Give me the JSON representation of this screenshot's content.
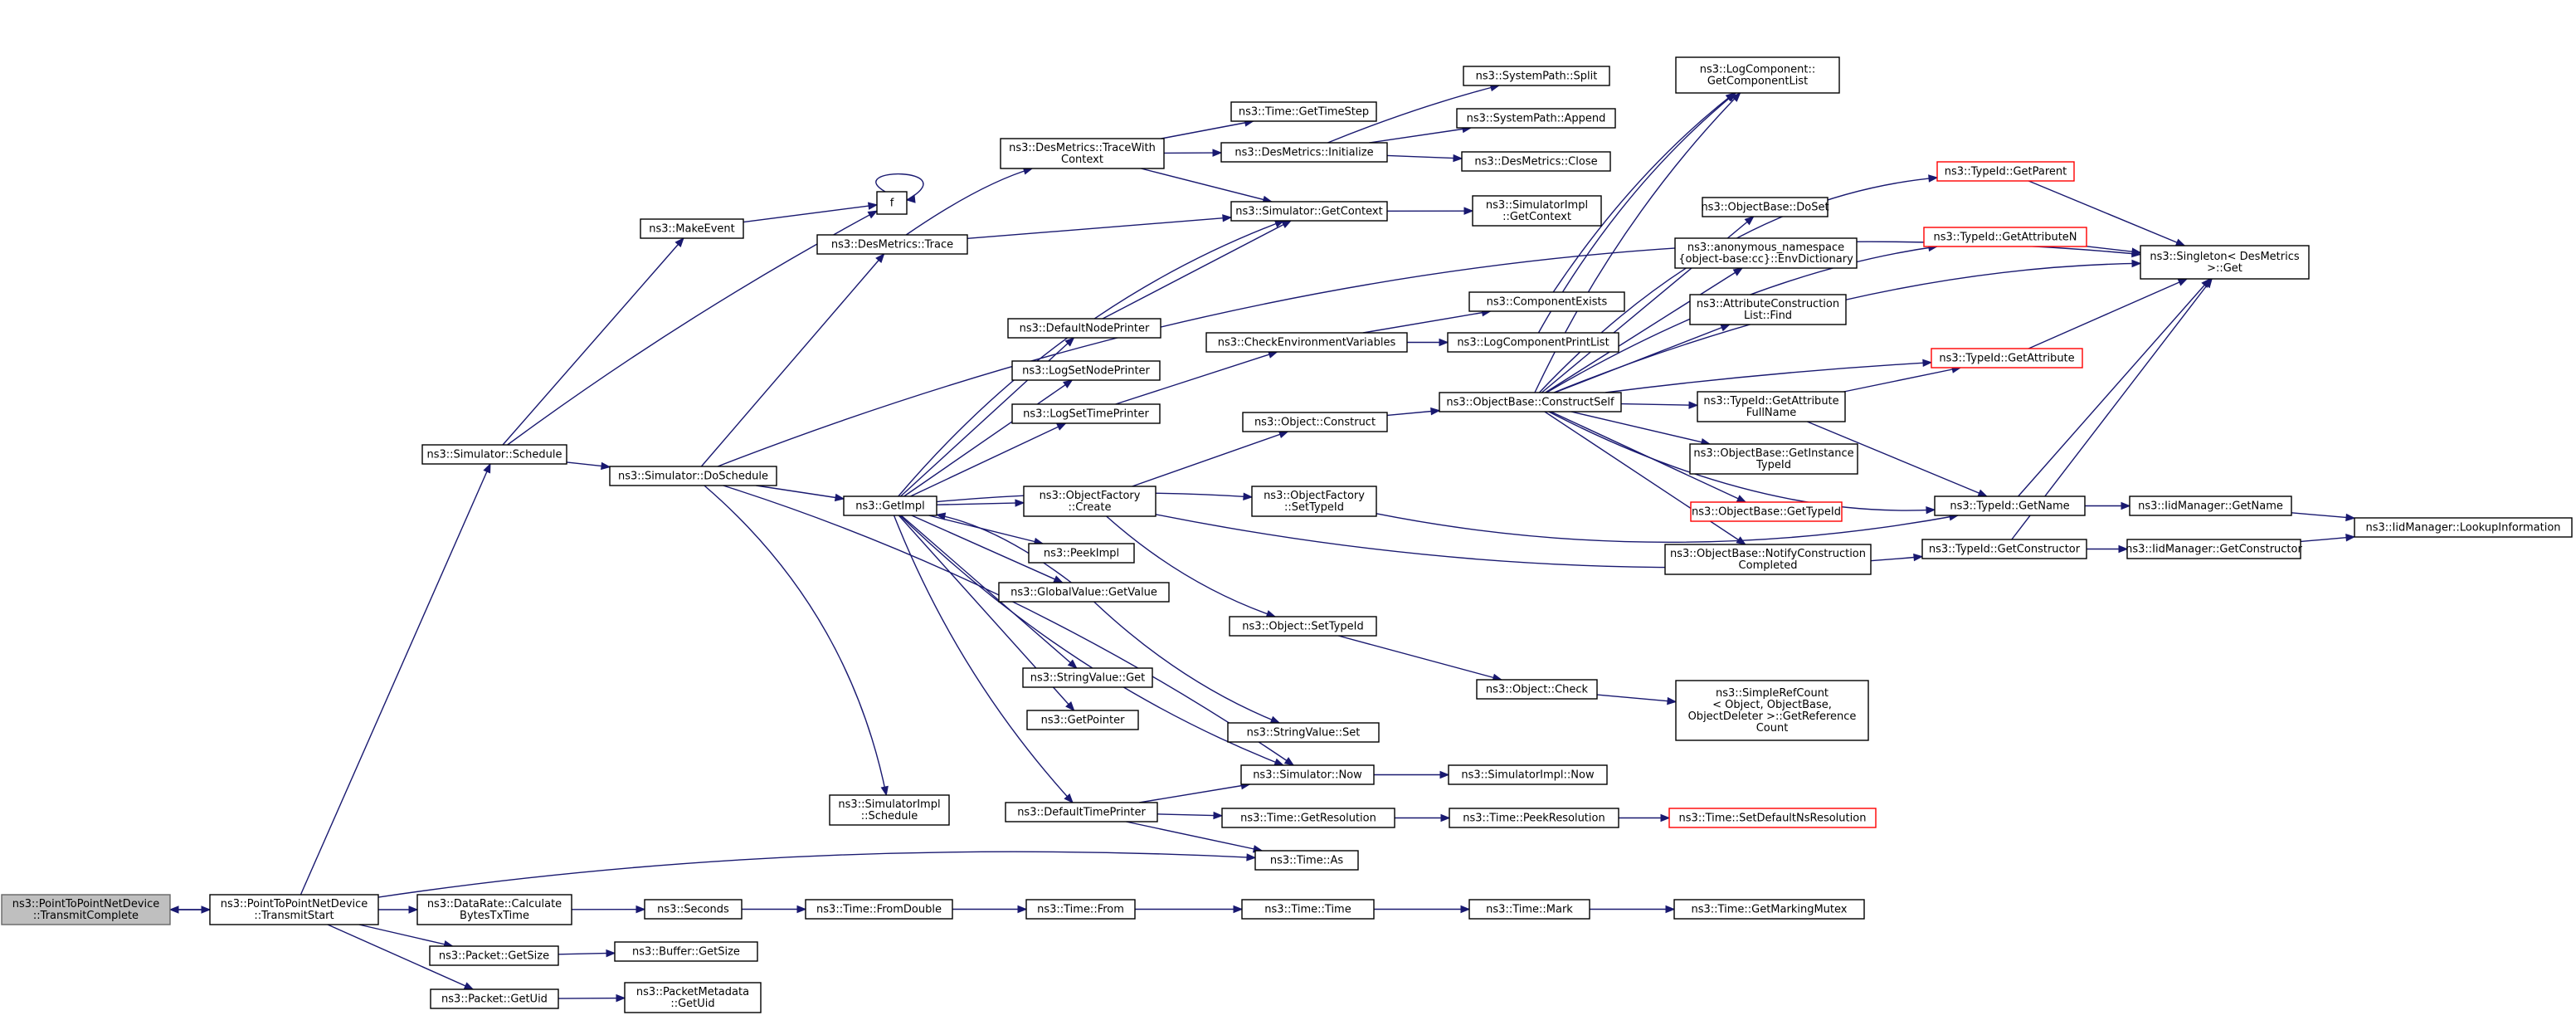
{
  "title": "",
  "colors": {
    "edge": "#191970",
    "box_border": "#000000",
    "truncated_border": "#ff0000",
    "root_fill": "#bfbfbf",
    "background": "#ffffff"
  },
  "nodes": [
    {
      "id": "n_root",
      "lines": [
        "ns3::PointToPointNetDevice",
        "::TransmitComplete"
      ],
      "style": "root"
    },
    {
      "id": "n_txstart",
      "lines": [
        "ns3::PointToPointNetDevice",
        "::TransmitStart"
      ]
    },
    {
      "id": "n_sched",
      "lines": [
        "ns3::Simulator::Schedule"
      ]
    },
    {
      "id": "n_makeevent",
      "lines": [
        "ns3::MakeEvent"
      ]
    },
    {
      "id": "n_f",
      "lines": [
        "f"
      ]
    },
    {
      "id": "n_dosched",
      "lines": [
        "ns3::Simulator::DoSchedule"
      ]
    },
    {
      "id": "n_dmtrace",
      "lines": [
        "ns3::DesMetrics::Trace"
      ]
    },
    {
      "id": "n_dmtracectx",
      "lines": [
        "ns3::DesMetrics::TraceWith",
        "Context"
      ]
    },
    {
      "id": "n_timestep",
      "lines": [
        "ns3::Time::GetTimeStep"
      ]
    },
    {
      "id": "n_dminit",
      "lines": [
        "ns3::DesMetrics::Initialize"
      ]
    },
    {
      "id": "n_split",
      "lines": [
        "ns3::SystemPath::Split"
      ]
    },
    {
      "id": "n_append",
      "lines": [
        "ns3::SystemPath::Append"
      ]
    },
    {
      "id": "n_dmclose",
      "lines": [
        "ns3::DesMetrics::Close"
      ]
    },
    {
      "id": "n_getctx",
      "lines": [
        "ns3::Simulator::GetContext"
      ]
    },
    {
      "id": "n_simimplctx",
      "lines": [
        "ns3::SimulatorImpl",
        "::GetContext"
      ]
    },
    {
      "id": "n_logcomp",
      "lines": [
        "ns3::LogComponent::",
        "GetComponentList"
      ]
    },
    {
      "id": "n_typeparent",
      "lines": [
        "ns3::TypeId::GetParent"
      ],
      "style": "red"
    },
    {
      "id": "n_attrn",
      "lines": [
        "ns3::TypeId::GetAttributeN"
      ],
      "style": "red"
    },
    {
      "id": "n_singleton",
      "lines": [
        "ns3::Singleton< DesMetrics",
        ">::Get"
      ]
    },
    {
      "id": "n_doset",
      "lines": [
        "ns3::ObjectBase::DoSet"
      ]
    },
    {
      "id": "n_envdict",
      "lines": [
        "ns3::anonymous_namespace",
        "{object-base:cc}::EnvDictionary"
      ]
    },
    {
      "id": "n_compexists",
      "lines": [
        "ns3::ComponentExists"
      ]
    },
    {
      "id": "n_defnode",
      "lines": [
        "ns3::DefaultNodePrinter"
      ]
    },
    {
      "id": "n_checkenv",
      "lines": [
        "ns3::CheckEnvironmentVariables"
      ]
    },
    {
      "id": "n_logprint",
      "lines": [
        "ns3::LogComponentPrintList"
      ]
    },
    {
      "id": "n_acfind",
      "lines": [
        "ns3::AttributeConstruction",
        "List::Find"
      ]
    },
    {
      "id": "n_lognode",
      "lines": [
        "ns3::LogSetNodePrinter"
      ]
    },
    {
      "id": "n_getattr",
      "lines": [
        "ns3::TypeId::GetAttribute"
      ],
      "style": "red"
    },
    {
      "id": "n_logtime",
      "lines": [
        "ns3::LogSetTimePrinter"
      ]
    },
    {
      "id": "n_objconstruct",
      "lines": [
        "ns3::Object::Construct"
      ]
    },
    {
      "id": "n_cself",
      "lines": [
        "ns3::ObjectBase::ConstructSelf"
      ]
    },
    {
      "id": "n_attrfull",
      "lines": [
        "ns3::TypeId::GetAttribute",
        "FullName"
      ]
    },
    {
      "id": "n_instance",
      "lines": [
        "ns3::ObjectBase::GetInstance",
        "TypeId"
      ]
    },
    {
      "id": "n_getimpl",
      "lines": [
        "ns3::GetImpl"
      ]
    },
    {
      "id": "n_ofcreate",
      "lines": [
        "ns3::ObjectFactory",
        "::Create"
      ]
    },
    {
      "id": "n_ofsettype",
      "lines": [
        "ns3::ObjectFactory",
        "::SetTypeId"
      ]
    },
    {
      "id": "n_gettypeid",
      "lines": [
        "ns3::ObjectBase::GetTypeId"
      ],
      "style": "red"
    },
    {
      "id": "n_getname",
      "lines": [
        "ns3::TypeId::GetName"
      ]
    },
    {
      "id": "n_iidname",
      "lines": [
        "ns3::IidManager::GetName"
      ]
    },
    {
      "id": "n_lookup",
      "lines": [
        "ns3::IidManager::LookupInformation"
      ]
    },
    {
      "id": "n_getctor",
      "lines": [
        "ns3::TypeId::GetConstructor"
      ]
    },
    {
      "id": "n_iidctor",
      "lines": [
        "ns3::IidManager::GetConstructor"
      ]
    },
    {
      "id": "n_peekimpl",
      "lines": [
        "ns3::PeekImpl"
      ]
    },
    {
      "id": "n_notify",
      "lines": [
        "ns3::ObjectBase::NotifyConstruction",
        "Completed"
      ]
    },
    {
      "id": "n_gvget",
      "lines": [
        "ns3::GlobalValue::GetValue"
      ]
    },
    {
      "id": "n_objsettype",
      "lines": [
        "ns3::Object::SetTypeId"
      ]
    },
    {
      "id": "n_strget",
      "lines": [
        "ns3::StringValue::Get"
      ]
    },
    {
      "id": "n_objcheck",
      "lines": [
        "ns3::Object::Check"
      ]
    },
    {
      "id": "n_refcount",
      "lines": [
        "ns3::SimpleRefCount",
        "< Object, ObjectBase,",
        "ObjectDeleter >::GetReference",
        "Count"
      ]
    },
    {
      "id": "n_getptr",
      "lines": [
        "ns3::GetPointer"
      ]
    },
    {
      "id": "n_strset",
      "lines": [
        "ns3::StringValue::Set"
      ]
    },
    {
      "id": "n_simnow",
      "lines": [
        "ns3::Simulator::Now"
      ]
    },
    {
      "id": "n_implnow",
      "lines": [
        "ns3::SimulatorImpl::Now"
      ]
    },
    {
      "id": "n_implsched",
      "lines": [
        "ns3::SimulatorImpl",
        "::Schedule"
      ]
    },
    {
      "id": "n_deftime",
      "lines": [
        "ns3::DefaultTimePrinter"
      ]
    },
    {
      "id": "n_getres",
      "lines": [
        "ns3::Time::GetResolution"
      ]
    },
    {
      "id": "n_peekres",
      "lines": [
        "ns3::Time::PeekResolution"
      ]
    },
    {
      "id": "n_setdef",
      "lines": [
        "ns3::Time::SetDefaultNsResolution"
      ],
      "style": "red"
    },
    {
      "id": "n_timeas",
      "lines": [
        "ns3::Time::As"
      ]
    },
    {
      "id": "n_datarate",
      "lines": [
        "ns3::DataRate::Calculate",
        "BytesTxTime"
      ]
    },
    {
      "id": "n_seconds",
      "lines": [
        "ns3::Seconds"
      ]
    },
    {
      "id": "n_fromdouble",
      "lines": [
        "ns3::Time::FromDouble"
      ]
    },
    {
      "id": "n_timefrom",
      "lines": [
        "ns3::Time::From"
      ]
    },
    {
      "id": "n_timetime",
      "lines": [
        "ns3::Time::Time"
      ]
    },
    {
      "id": "n_timemark",
      "lines": [
        "ns3::Time::Mark"
      ]
    },
    {
      "id": "n_mutex",
      "lines": [
        "ns3::Time::GetMarkingMutex"
      ]
    },
    {
      "id": "n_pktsize",
      "lines": [
        "ns3::Packet::GetSize"
      ]
    },
    {
      "id": "n_bufsize",
      "lines": [
        "ns3::Buffer::GetSize"
      ]
    },
    {
      "id": "n_pktuid",
      "lines": [
        "ns3::Packet::GetUid"
      ]
    },
    {
      "id": "n_metauid",
      "lines": [
        "ns3::PacketMetadata",
        "::GetUid"
      ]
    }
  ]
}
